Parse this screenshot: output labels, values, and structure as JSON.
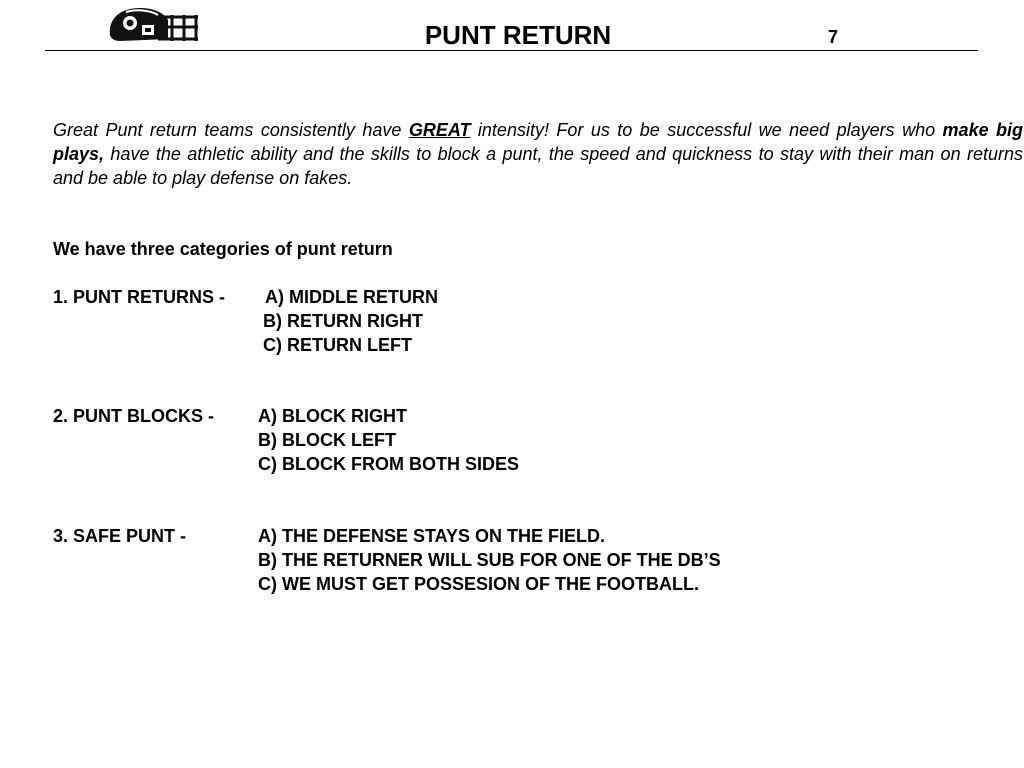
{
  "header": {
    "title": "PUNT RETURN",
    "page_number": "7",
    "logo_icon": "football-helmet-icon"
  },
  "intro": {
    "part1": "Great Punt return teams consistently have ",
    "great": "GREAT",
    "part2": " intensity!  For us to be successful we need players who ",
    "big_plays": "make big plays,",
    "part3": " have the athletic ability and the skills to block a punt, the speed and quickness to stay with their man on returns and be able to play defense on fakes."
  },
  "categories_heading": "We have three categories of punt return",
  "sections": [
    {
      "label": "1. PUNT RETURNS -",
      "items": [
        "A)  MIDDLE RETURN",
        "B)  RETURN RIGHT",
        "C)  RETURN LEFT"
      ]
    },
    {
      "label": "2. PUNT BLOCKS -",
      "items": [
        "A) BLOCK RIGHT",
        "B) BLOCK LEFT",
        "C) BLOCK FROM BOTH SIDES"
      ]
    },
    {
      "label": "3. SAFE PUNT -",
      "items": [
        "A) THE DEFENSE STAYS ON THE FIELD.",
        "B) THE RETURNER WILL SUB FOR ONE OF THE DB’S",
        "C) WE MUST GET POSSESION OF THE FOOTBALL."
      ]
    }
  ]
}
